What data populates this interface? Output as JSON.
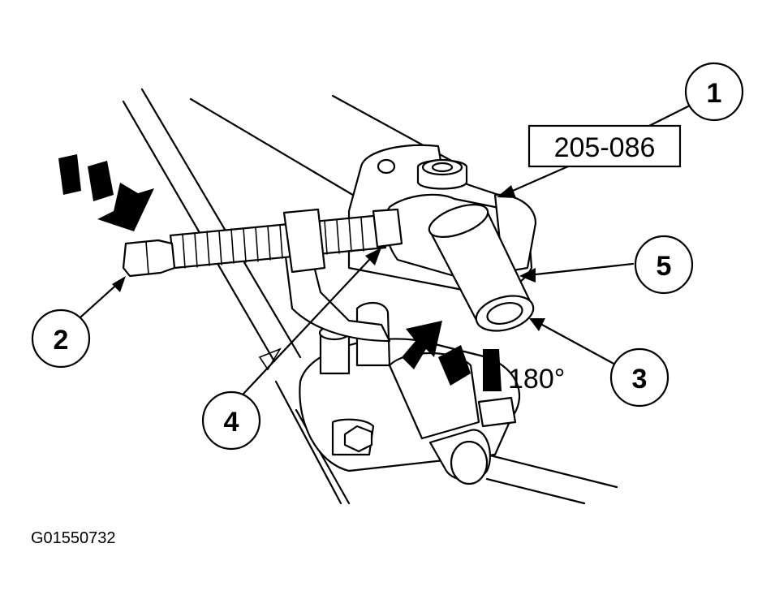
{
  "figure_id": "G01550732",
  "tool_number": "205-086",
  "angle_label": "180°",
  "callouts": [
    {
      "number": "1"
    },
    {
      "number": "2"
    },
    {
      "number": "3"
    },
    {
      "number": "4"
    },
    {
      "number": "5"
    }
  ]
}
